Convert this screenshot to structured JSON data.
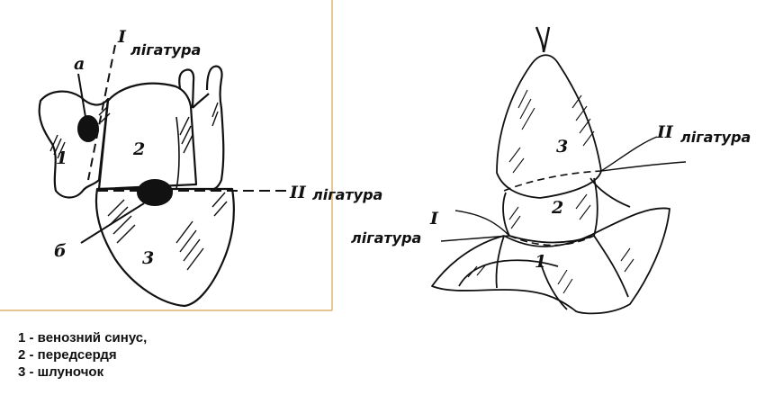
{
  "left_figure": {
    "roman_one": "I",
    "ligature_top": "лігатура",
    "roman_two": "II",
    "ligature_right": "лігатура",
    "letter_a": "а",
    "letter_b": "б",
    "part_1": "1",
    "part_2": "2",
    "part_3": "3"
  },
  "right_figure": {
    "roman_two": "II",
    "ligature_right": "лігатура",
    "roman_one": "I",
    "ligature_left": "лігатура",
    "part_1": "1",
    "part_2": "2",
    "part_3": "3"
  },
  "legend": [
    "1 - венозний синус,",
    "2 - передсердя",
    "3 - шлуночок"
  ],
  "colors": {
    "frame": "#d9a24a",
    "ink": "#111111"
  }
}
